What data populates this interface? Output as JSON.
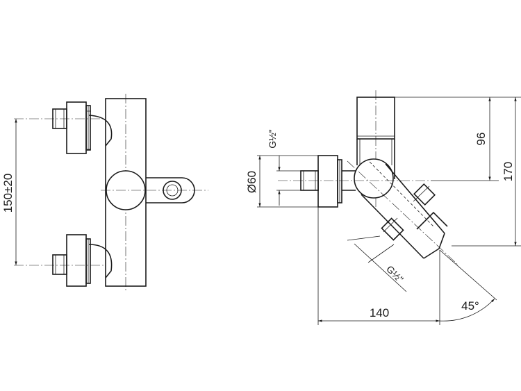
{
  "dimensions": {
    "center_distance": "150±20",
    "diameter": "Ø60",
    "thread_inlet": "G½\"",
    "thread_outlet": "G½\"",
    "height_96": "96",
    "height_170": "170",
    "depth_140": "140",
    "angle": "45°"
  }
}
